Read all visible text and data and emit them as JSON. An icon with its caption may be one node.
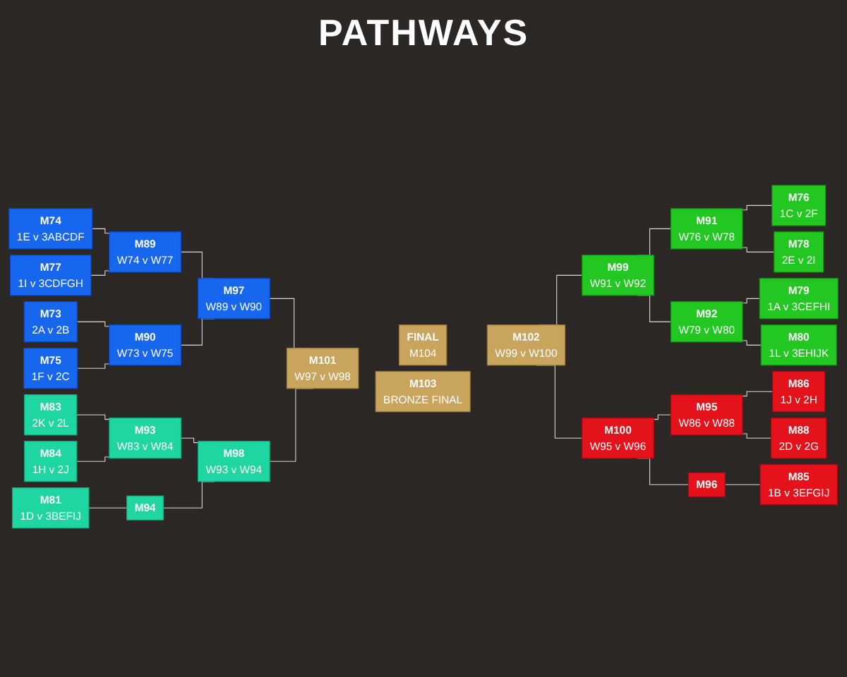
{
  "diagram": {
    "title": "PATHWAYS",
    "nodes": [
      {
        "text": [
          "M74",
          "1E v 3ABCDF"
        ]
      },
      {
        "text": [
          "M77",
          "1I v 3CDFGH"
        ]
      },
      {
        "text": [
          "M73",
          "2A v 2B"
        ]
      },
      {
        "text": [
          "M75",
          "1F v 2C"
        ]
      },
      {
        "text": [
          "M89",
          "W74 v W77"
        ]
      },
      {
        "text": [
          "M90",
          "W73 v W75"
        ]
      },
      {
        "text": [
          "M97",
          "W89 v W90"
        ]
      },
      {
        "text": [
          "M83",
          "2K v 2L"
        ]
      },
      {
        "text": [
          "M84",
          "1H v 2J"
        ]
      },
      {
        "text": [
          "M81",
          "1D v 3BEFIJ"
        ]
      },
      {
        "text": [
          "M93",
          "W83 v W84"
        ]
      },
      {
        "text": [
          "M94"
        ]
      },
      {
        "text": [
          "M98",
          "W93 v W94"
        ]
      },
      {
        "text": [
          "M101",
          "W97 v W98"
        ]
      },
      {
        "text": [
          "FINAL",
          "M104"
        ]
      },
      {
        "text": [
          "M102",
          "W99 v W100"
        ]
      },
      {
        "text": [
          "M103",
          "BRONZE FINAL"
        ]
      },
      {
        "text": [
          "M99",
          "W91 v W92"
        ]
      },
      {
        "text": [
          "M91",
          "W76 v W78"
        ]
      },
      {
        "text": [
          "M92",
          "W79 v W80"
        ]
      },
      {
        "text": [
          "M76",
          "1C v 2F"
        ]
      },
      {
        "text": [
          "M78",
          "2E v 2I"
        ]
      },
      {
        "text": [
          "M79",
          "1A v 3CEFHI"
        ]
      },
      {
        "text": [
          "M80",
          "1L v 3EHIJK"
        ]
      },
      {
        "text": [
          "M100",
          "W95 v W96"
        ]
      },
      {
        "text": [
          "M95",
          "W86 v W88"
        ]
      },
      {
        "text": [
          "M96"
        ]
      },
      {
        "text": [
          "M86",
          "1J v 2H"
        ]
      },
      {
        "text": [
          "M88",
          "2D v 2G"
        ]
      },
      {
        "text": [
          "M85",
          "1B v 3EFGIJ"
        ]
      }
    ],
    "edges": [
      {
        "from": 0,
        "to": 4,
        "arrow": "none"
      },
      {
        "from": 1,
        "to": 4,
        "arrow": "none"
      },
      {
        "from": 2,
        "to": 5,
        "arrow": "none"
      },
      {
        "from": 3,
        "to": 5,
        "arrow": "none"
      },
      {
        "from": 4,
        "to": 6,
        "arrow": "none"
      },
      {
        "from": 5,
        "to": 6,
        "arrow": "none"
      },
      {
        "from": 7,
        "to": 10,
        "arrow": "none"
      },
      {
        "from": 8,
        "to": 10,
        "arrow": "none"
      },
      {
        "from": 9,
        "to": 11,
        "arrow": "none"
      },
      {
        "from": 10,
        "to": 12,
        "arrow": "none"
      },
      {
        "from": 11,
        "to": 12,
        "arrow": "none"
      },
      {
        "from": 6,
        "to": 13,
        "arrow": "none"
      },
      {
        "from": 12,
        "to": 13,
        "arrow": "none"
      },
      {
        "from": 15,
        "to": 17,
        "arrow": "none"
      },
      {
        "from": 15,
        "to": 24,
        "arrow": "none"
      },
      {
        "from": 17,
        "to": 18,
        "arrow": "none"
      },
      {
        "from": 17,
        "to": 19,
        "arrow": "none"
      },
      {
        "from": 18,
        "to": 20,
        "arrow": "none"
      },
      {
        "from": 18,
        "to": 21,
        "arrow": "none"
      },
      {
        "from": 19,
        "to": 22,
        "arrow": "none"
      },
      {
        "from": 19,
        "to": 23,
        "arrow": "none"
      },
      {
        "from": 24,
        "to": 25,
        "arrow": "none"
      },
      {
        "from": 24,
        "to": 26,
        "arrow": "none"
      },
      {
        "from": 25,
        "to": 27,
        "arrow": "none"
      },
      {
        "from": 25,
        "to": 28,
        "arrow": "none"
      },
      {
        "from": 26,
        "to": 29,
        "arrow": "none"
      }
    ]
  }
}
